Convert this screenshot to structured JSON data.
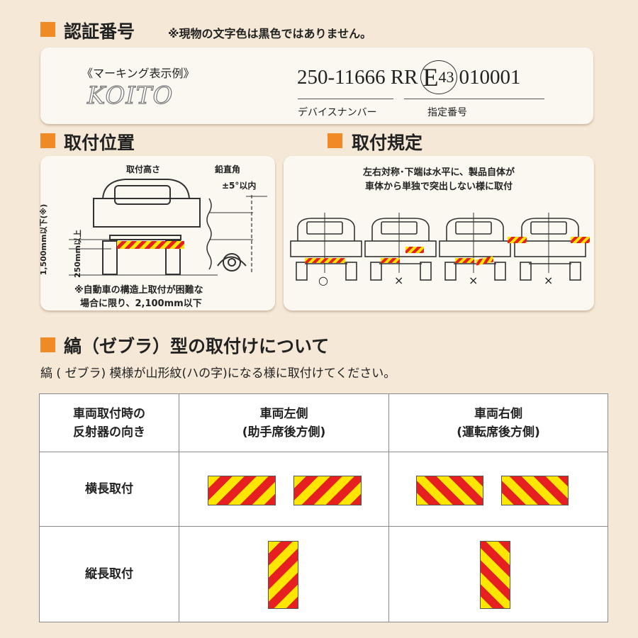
{
  "certification": {
    "title": "認証番号",
    "note": "※現物の文字色は黒色ではありません。",
    "marking_label": "《マーキング表示例》",
    "logo": "KOITO",
    "number_device": "250-11666 RR",
    "e_mark": "E",
    "e_number": "43",
    "designation": "010001",
    "device_label": "デバイスナンバー",
    "designation_label": "指定番号"
  },
  "mounting_position": {
    "title": "取付位置",
    "height_label": "取付高さ",
    "angle_label": "鉛直角",
    "angle_value": "±5°以内",
    "max_height": "1,500mm以下(※)",
    "min_height": "250mm以上",
    "footnote_line1": "※自動車の構造上取付が困難な",
    "footnote_line2": "場合に限り、2,100mm以下"
  },
  "mounting_rules": {
    "title": "取付規定",
    "text_line1": "左右対称･下端は水平に、製品自体が",
    "text_line2": "車体から単独で突出しない様に取付",
    "marks": [
      "○",
      "×",
      "×",
      "×"
    ]
  },
  "zebra": {
    "title": "縞（ゼブラ）型の取付けについて",
    "description": "縞 ( ゼブラ) 模様が山形紋(ハの字)になる様に取付けてください。",
    "table": {
      "header_col0_line1": "車両取付時の",
      "header_col0_line2": "反射器の向き",
      "header_left_line1": "車両左側",
      "header_left_line2": "(助手席後方側)",
      "header_right_line1": "車両右側",
      "header_right_line2": "(運転席後方側)",
      "row_horizontal": "横長取付",
      "row_vertical": "縦長取付"
    }
  },
  "colors": {
    "accent": "#f08a24",
    "stripe_red": "#e62020",
    "stripe_yellow": "#ffe600"
  }
}
